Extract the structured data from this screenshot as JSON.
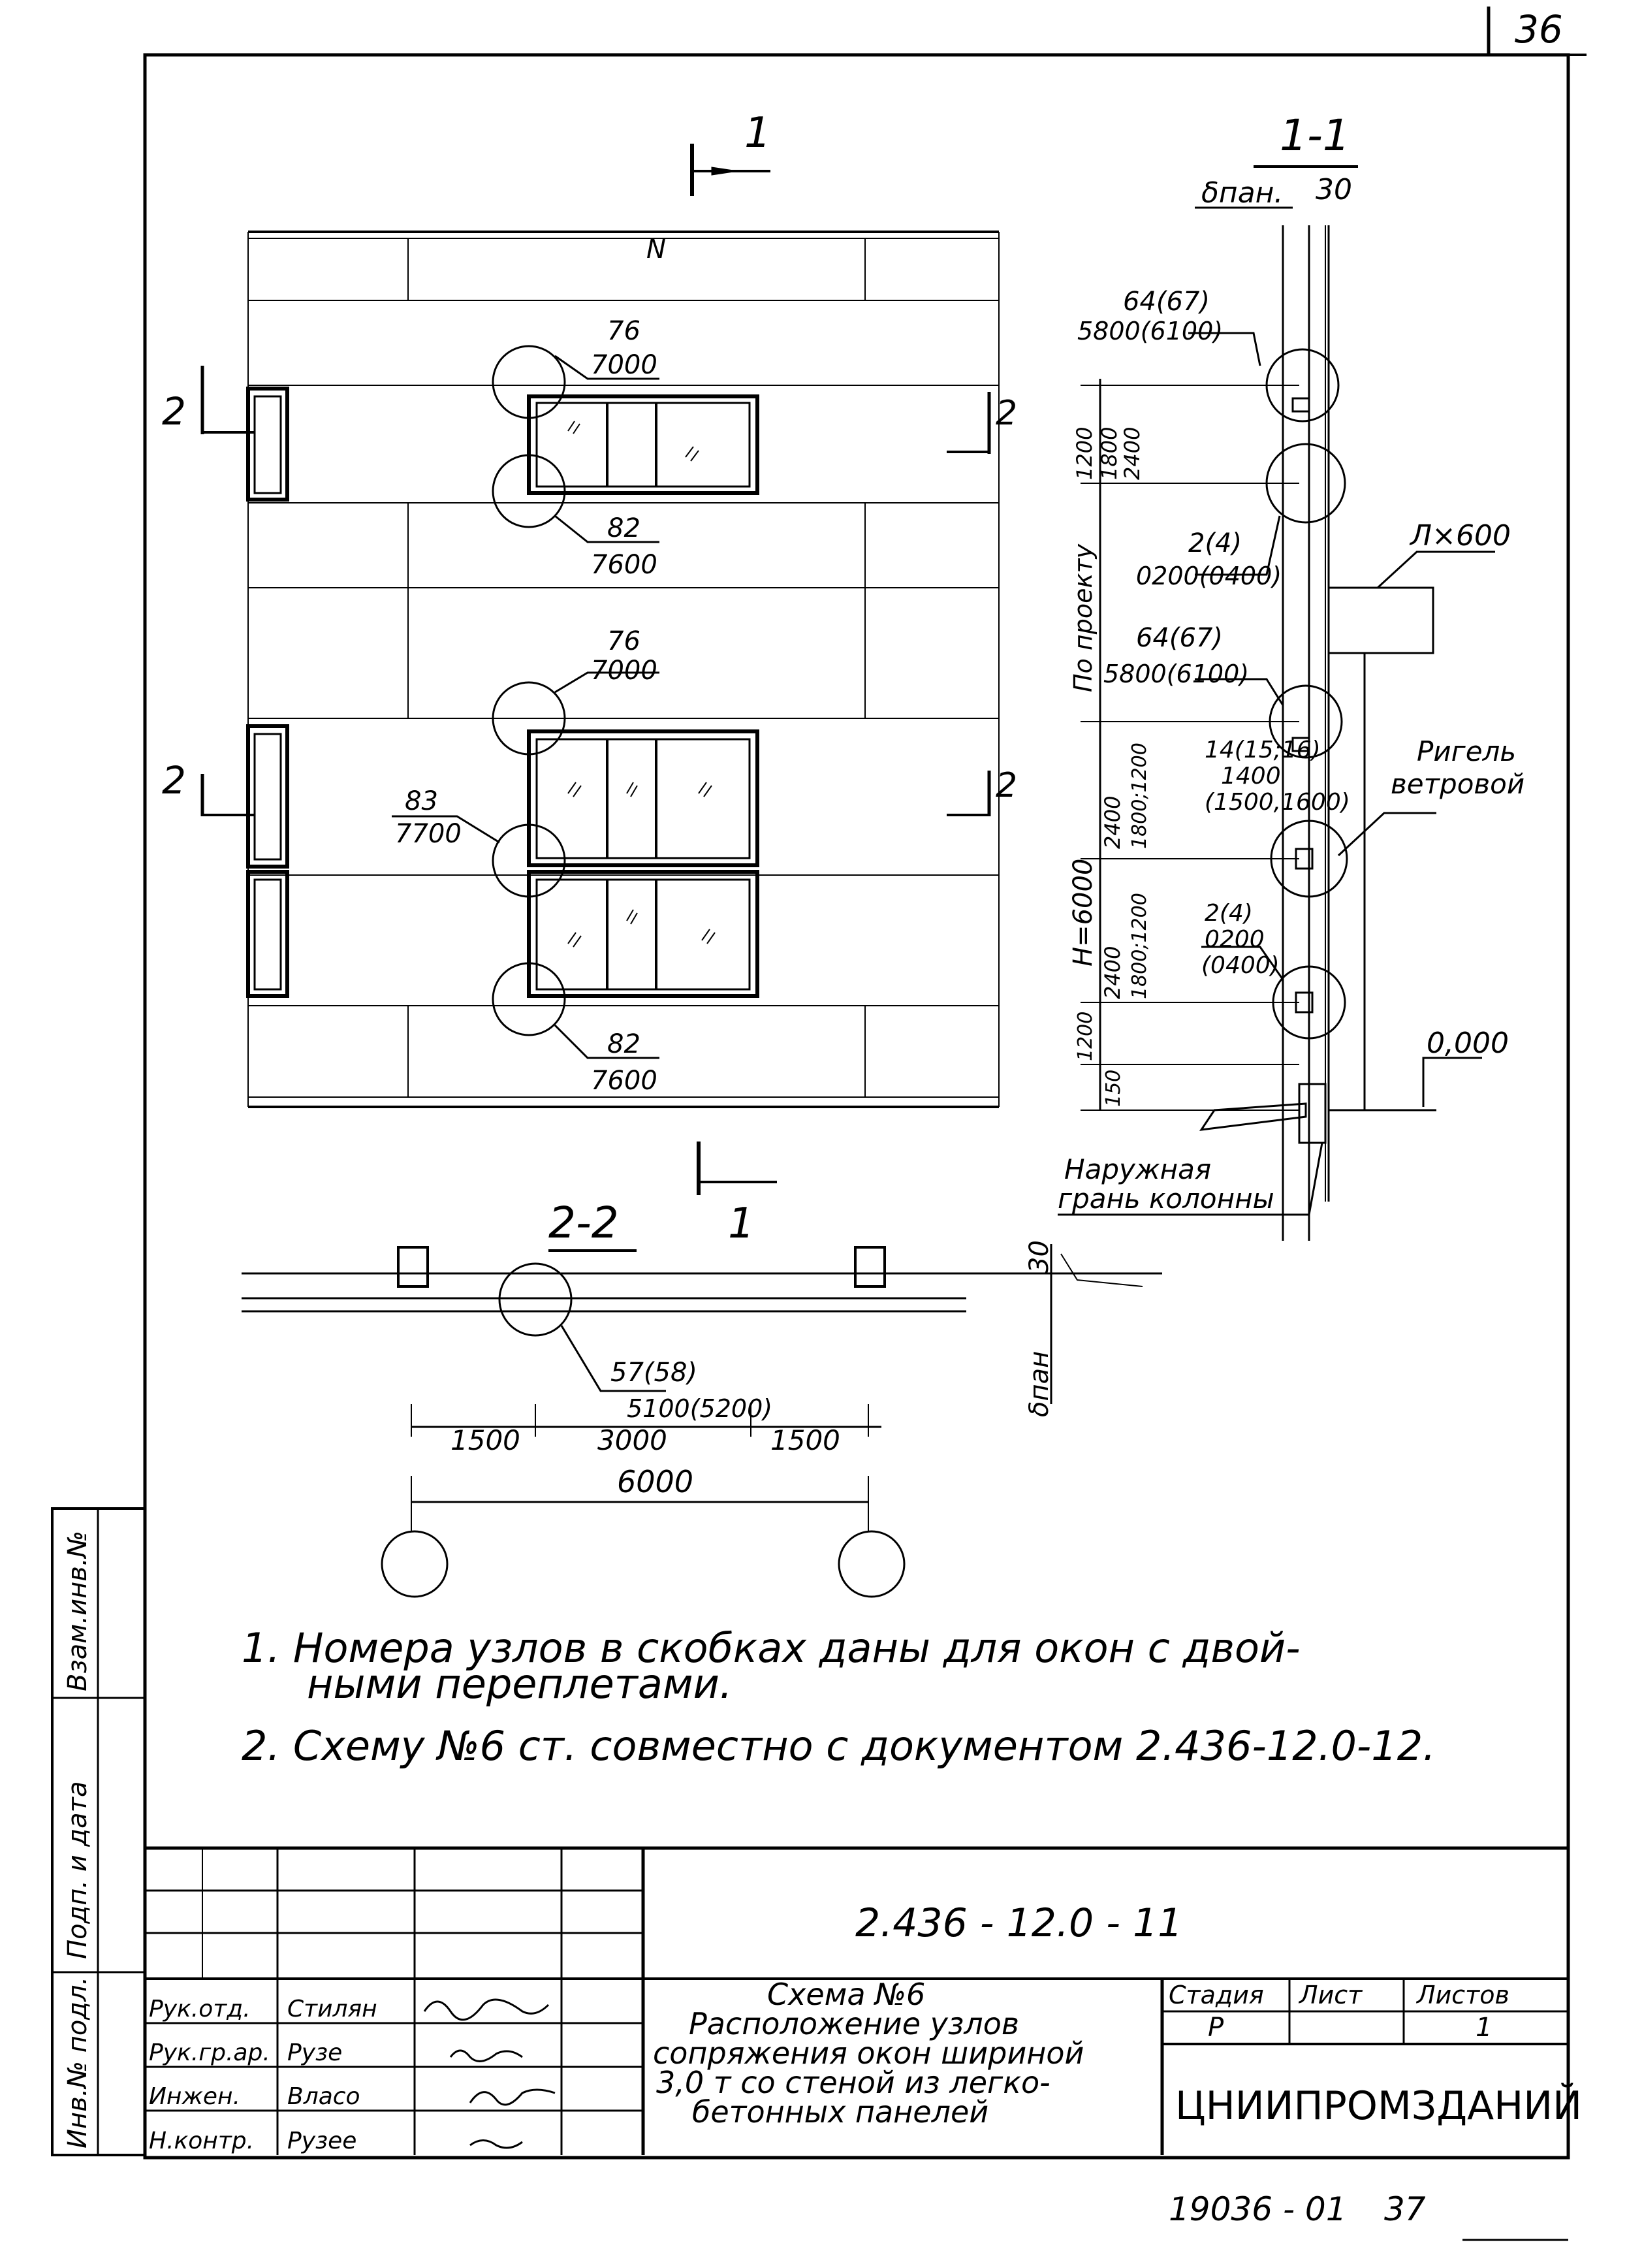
{
  "sheet_number": "36",
  "sheet_footer_number": "37",
  "archive_number": "19036 - 01",
  "elevation": {
    "section_mark_top": "1",
    "section_mark_bottom": "1",
    "cut_left_top": "2",
    "cut_right_top": "2",
    "cut_left_bottom": "2",
    "cut_right_bottom": "2",
    "break_mark": "N",
    "node_1": {
      "top": "76",
      "bottom": "7000"
    },
    "node_2": {
      "top": "82",
      "bottom": "7600"
    },
    "node_3": {
      "top": "76",
      "bottom": "7000"
    },
    "node_4": {
      "top": "83",
      "bottom": "7700"
    },
    "node_5": {
      "top": "82",
      "bottom": "7600"
    }
  },
  "section_1_1": {
    "title": "1-1",
    "dim_top_left": "δпан.",
    "dim_top_right": "30",
    "node_a": {
      "top": "64(67)",
      "bottom": "5800(6100)"
    },
    "node_b": {
      "top": "2(4)",
      "bottom": "0200(0400)"
    },
    "beam": "Л×600",
    "node_c": {
      "top": "64(67)",
      "bottom": "5800(6100)"
    },
    "node_d": {
      "line1": "14(15;16)",
      "line2": "1400",
      "line3": "(1500,1600)"
    },
    "rigel_1": "Ригель",
    "rigel_2": "ветровой",
    "node_e": {
      "line1": "2(4)",
      "line2": "0200",
      "line3": "(0400)"
    },
    "level": "0,000",
    "facade_note_1": "Наружная",
    "facade_note_2": "грань колонны",
    "dims": {
      "d1": "1200",
      "d2": "1800",
      "d3": "2400",
      "d4": "По проекту",
      "d5": "H=6000",
      "d6": "2400",
      "d7": "1800;1200",
      "d8": "2400",
      "d9": "1800;1200",
      "d10": "1200",
      "d11": "150"
    }
  },
  "section_2_2": {
    "title": "2-2",
    "dim_30": "30",
    "node": {
      "top": "57(58)",
      "bottom": "5100(5200)"
    },
    "dim_left": "1500",
    "dim_mid": "3000",
    "dim_right": "1500",
    "dim_total": "6000",
    "dim_panel": "δпан"
  },
  "notes": {
    "n1_line1": "1.  Номера  узлов  в  скобках  даны  для  окон  с  двой-",
    "n1_line2": "ными  переплетами.",
    "n2": "2.  Схему  №6  ст.  совместно  с  документом  2.436-12.0-12."
  },
  "side_stamp": {
    "s1": "Инв.№ подл.",
    "s2": "Подп. и дата",
    "s3": "Взам.инв.№"
  },
  "title_block": {
    "code": "2.436 - 12.0 - 11",
    "name_1": "Схема  №6",
    "name_2": "Расположение  узлов",
    "name_3": "сопряжения окон шириной",
    "name_4": "3,0 т  со стеной из легко-",
    "name_5": "бетонных  панелей",
    "stage_h": "Стадия",
    "sheet_h": "Лист",
    "sheets_h": "Листов",
    "stage_v": "Р",
    "sheet_v": "",
    "sheets_v": "1",
    "org": "ЦНИИПРОМЗДАНИЙ",
    "roles": [
      "Рук.отд.",
      "Рук.гр.ар.",
      "Инжен.",
      "Н.контр."
    ],
    "names": [
      "Стилян",
      "Рузе",
      "Власо",
      "Рузее"
    ]
  }
}
